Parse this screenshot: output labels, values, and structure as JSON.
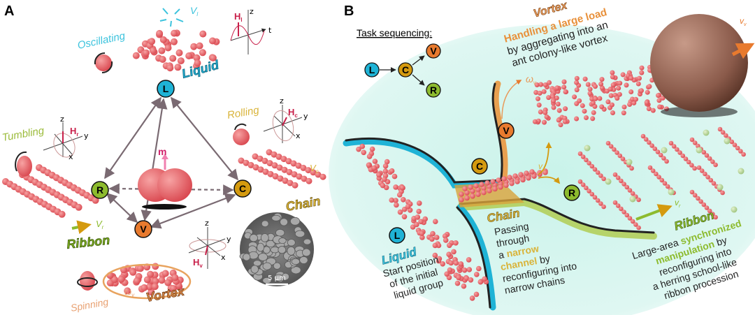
{
  "panel_a": {
    "label": "A",
    "nodes": {
      "L": "L",
      "R": "R",
      "C": "C",
      "V": "V"
    },
    "moment_label": "m",
    "states": {
      "liquid": {
        "motion": "Oscillating",
        "name": "Liquid",
        "velocity": "V",
        "velocity_sub": "l",
        "field": "H",
        "field_sub": "l",
        "axis_z": "z",
        "axis_t": "t"
      },
      "ribbon": {
        "motion": "Tumbling",
        "name": "Ribbon",
        "velocity": "V",
        "velocity_sub": "r",
        "field": "H",
        "field_sub": "r",
        "axis_z": "z",
        "axis_y": "y",
        "axis_x": "x"
      },
      "chain": {
        "motion": "Rolling",
        "name": "Chain",
        "velocity": "V",
        "velocity_sub": "c",
        "field": "H",
        "field_sub": "c",
        "axis_z": "z",
        "axis_y": "y",
        "axis_x": "x"
      },
      "vortex": {
        "motion": "Spinning",
        "name": "Vortex",
        "angular": "ω",
        "angular_sub": "v",
        "field": "H",
        "field_sub": "v",
        "axis_z": "z",
        "axis_y": "y",
        "axis_x": "x"
      }
    },
    "scale_bar": "5 μm"
  },
  "panel_b": {
    "label": "B",
    "task_title": "Task sequencing:",
    "flow_nodes": {
      "L": "L",
      "C": "C",
      "V": "V",
      "R": "R"
    },
    "vortex": {
      "title": "Vortex",
      "highlight": "Handling a large load",
      "line1": "by aggregating into an",
      "line2": "ant colony-like vortex",
      "angular": "ω",
      "angular_sub": "v",
      "velocity": "v",
      "velocity_sub": "v"
    },
    "chain": {
      "title": "Chain",
      "l1": "Passing",
      "l2": "through",
      "l3_pre": "a ",
      "l3_hl": "narrow",
      "l4_hl": "channel",
      "l4_post": " by",
      "l5": "reconfiguring into",
      "l6": "narrow chains",
      "velocity": "v",
      "velocity_sub": "c"
    },
    "liquid": {
      "title": "Liquid",
      "l1": "Start position",
      "l2": "of the initial",
      "l3": "liquid group"
    },
    "ribbon": {
      "title": "Ribbon",
      "l1_pre": "Large-area ",
      "l1_hl": "synchronized",
      "l2_hl": "manipulation",
      "l2_post": " by",
      "l3": "reconfiguring into",
      "l4": "a herring school-like",
      "l5": "ribbon procession",
      "velocity": "v",
      "velocity_sub": "r"
    }
  },
  "colors": {
    "liquid": "#1fb3d6",
    "chain": "#d49a0f",
    "vortex": "#e87a2e",
    "ribbon": "#8dbb2e",
    "particle": "#e8676b",
    "field": "#c8204a",
    "arrow": "#7a6a72",
    "background_b": "#d6f5ef"
  }
}
